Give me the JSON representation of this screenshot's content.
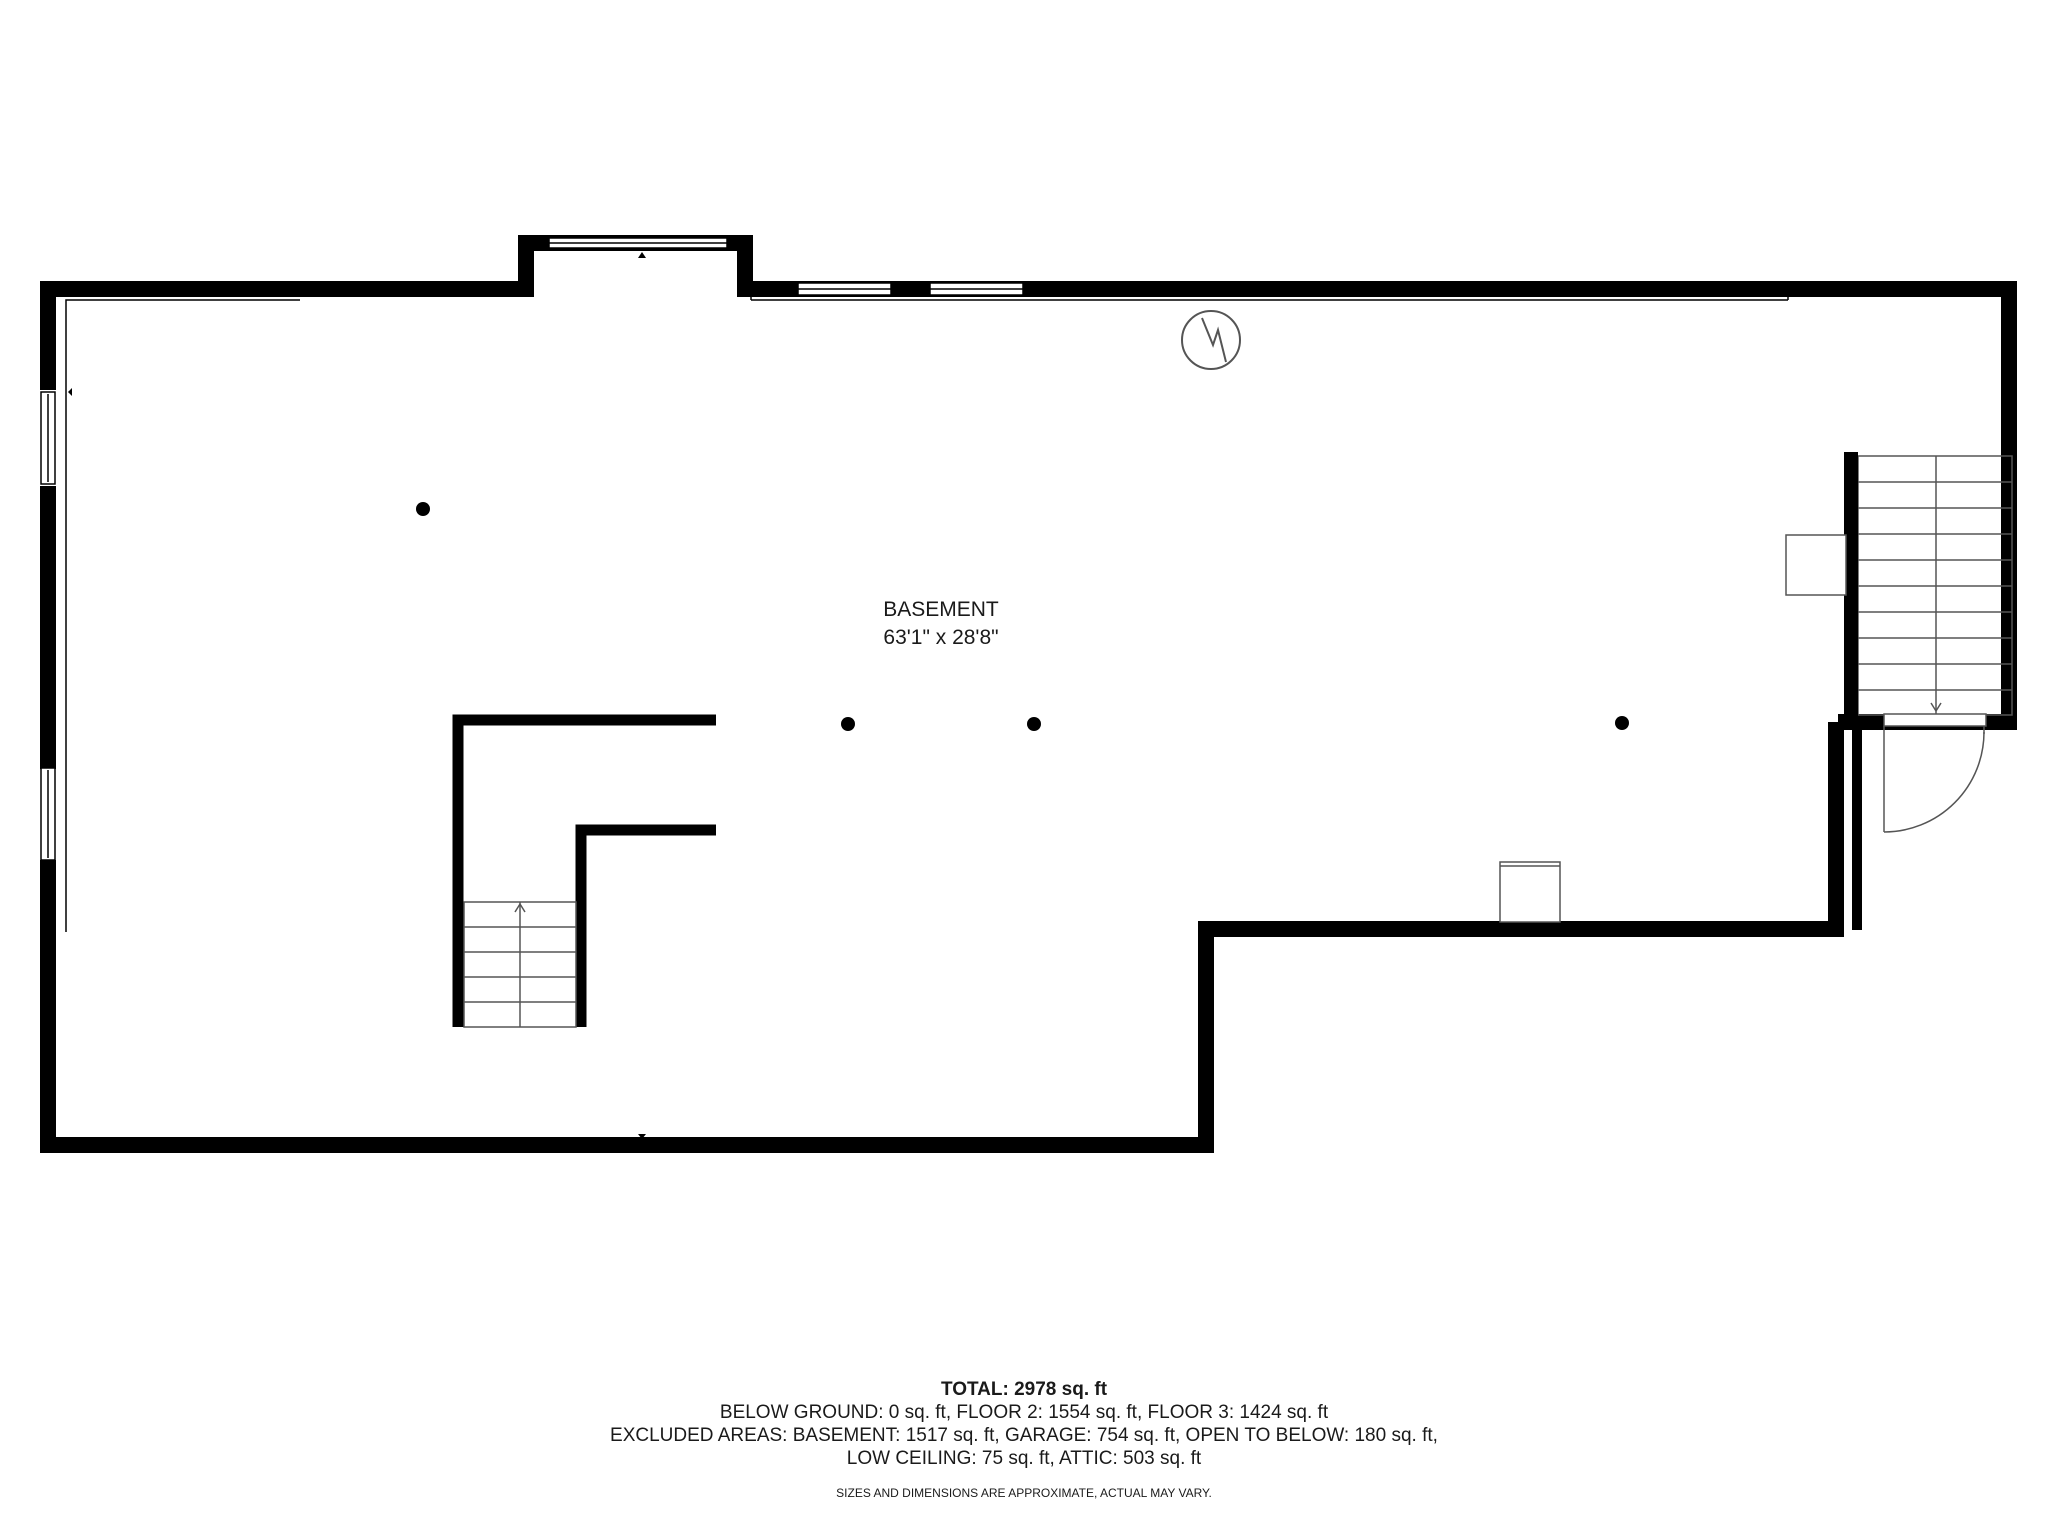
{
  "room": {
    "name": "BASEMENT",
    "dimensions": "63'1\" x 28'8\""
  },
  "summary": {
    "total": "TOTAL: 2978 sq. ft",
    "line1": "BELOW GROUND: 0 sq. ft, FLOOR 2: 1554 sq. ft, FLOOR 3: 1424 sq. ft",
    "line2": "EXCLUDED AREAS: BASEMENT: 1517 sq. ft, GARAGE: 754 sq. ft, OPEN TO BELOW: 180 sq. ft,",
    "line3": "LOW CEILING: 75 sq. ft, ATTIC: 503 sq. ft"
  },
  "disclaimer": "SIZES AND DIMENSIONS ARE APPROXIMATE, ACTUAL MAY VARY.",
  "colors": {
    "wall": "#000000",
    "background": "#ffffff",
    "fixture_line": "#555555"
  },
  "icons": [
    "water-heater-icon",
    "support-post-icon",
    "stair-arrow-icon",
    "door-swing-icon",
    "window-icon"
  ]
}
